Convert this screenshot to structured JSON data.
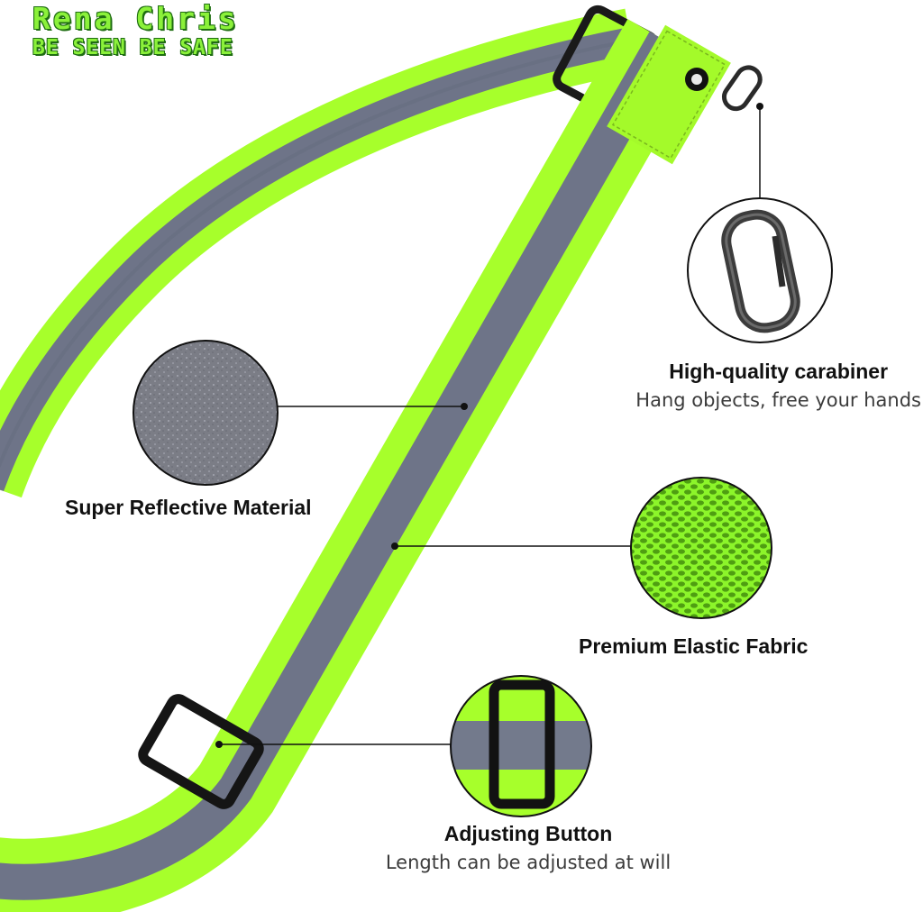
{
  "brand": {
    "name": "Rena Chris",
    "tagline": "BE SEEN BE SAFE"
  },
  "colors": {
    "neon": "#a7ff2b",
    "reflective": "#6e7488",
    "buckle": "#151515",
    "brand_green": "#8bf13a"
  },
  "features": {
    "carabiner": {
      "title": "High-quality carabiner",
      "subtitle": "Hang objects, free your hands",
      "icon": "carabiner-icon"
    },
    "reflective": {
      "title": "Super Reflective Material",
      "icon": "reflective-swatch-icon"
    },
    "elastic": {
      "title": "Premium Elastic Fabric",
      "icon": "fabric-swatch-icon"
    },
    "adjusting": {
      "title": "Adjusting Button",
      "subtitle": "Length can be adjusted at will",
      "icon": "buckle-icon"
    }
  }
}
